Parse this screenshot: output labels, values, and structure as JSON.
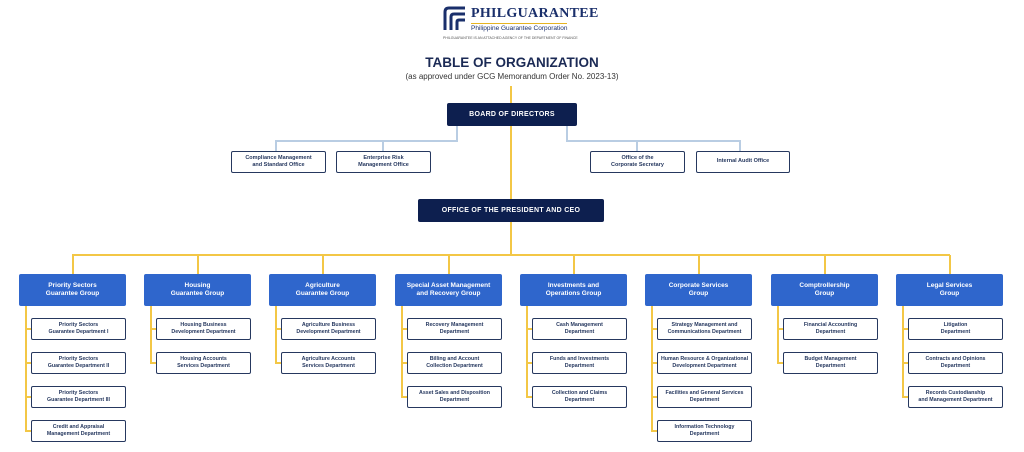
{
  "header": {
    "logo_name": "PHILGUARANTEE",
    "logo_subtitle": "Philippine Guarantee Corporation",
    "logo_tagline": "PHILGUARANTEE IS AN ATTACHED AGENCY OF THE DEPARTMENT OF FINANCE",
    "title": "TABLE OF ORGANIZATION",
    "subtitle": "(as approved under GCG Memorandum Order No. 2023-13)"
  },
  "board": "BOARD OF DIRECTORS",
  "board_offices_left": [
    "Compliance Management\nand Standard Office",
    "Enterprise Risk\nManagement Office"
  ],
  "board_offices_right": [
    "Office of the\nCorporate Secretary",
    "Internal Audit Office"
  ],
  "ceo": "OFFICE OF THE PRESIDENT AND CEO",
  "groups": [
    {
      "name": "Priority Sectors\nGuarantee Group",
      "departments": [
        "Priority Sectors\nGuarantee Department I",
        "Priority Sectors\nGuarantee Department II",
        "Priority Sectors\nGuarantee Department III",
        "Credit and Appraisal\nManagement Department"
      ]
    },
    {
      "name": "Housing\nGuarantee Group",
      "departments": [
        "Housing Business\nDevelopment Department",
        "Housing Accounts\nServices Department"
      ]
    },
    {
      "name": "Agriculture\nGuarantee Group",
      "departments": [
        "Agriculture Business\nDevelopment Department",
        "Agriculture Accounts\nServices Department"
      ]
    },
    {
      "name": "Special Asset Management\nand Recovery Group",
      "departments": [
        "Recovery Management\nDepartment",
        "Billing and Account\nCollection Department",
        "Asset Sales and Disposition\nDepartment"
      ]
    },
    {
      "name": "Investments and\nOperations Group",
      "departments": [
        "Cash Management\nDepartment",
        "Funds and Investments\nDepartment",
        "Collection and Claims\nDepartment"
      ]
    },
    {
      "name": "Corporate Services\nGroup",
      "departments": [
        "Strategy Management and\nCommunications Department",
        "Human Resource & Organizational\nDevelopment Department",
        "Facilities and General Services\nDepartment",
        "Information Technology\nDepartment"
      ]
    },
    {
      "name": "Comptrollership\nGroup",
      "departments": [
        "Financial Accounting\nDepartment",
        "Budget Management\nDepartment"
      ]
    },
    {
      "name": "Legal Services\nGroup",
      "departments": [
        "Litigation\nDepartment",
        "Contracts and Opinions\nDepartment",
        "Records Custodianship\nand Management Department"
      ]
    }
  ],
  "colors": {
    "navy": "#0d1f4f",
    "group_blue": "#2f66cc",
    "connector_yellow": "#f3c746",
    "connector_blue": "#b9cde3"
  }
}
